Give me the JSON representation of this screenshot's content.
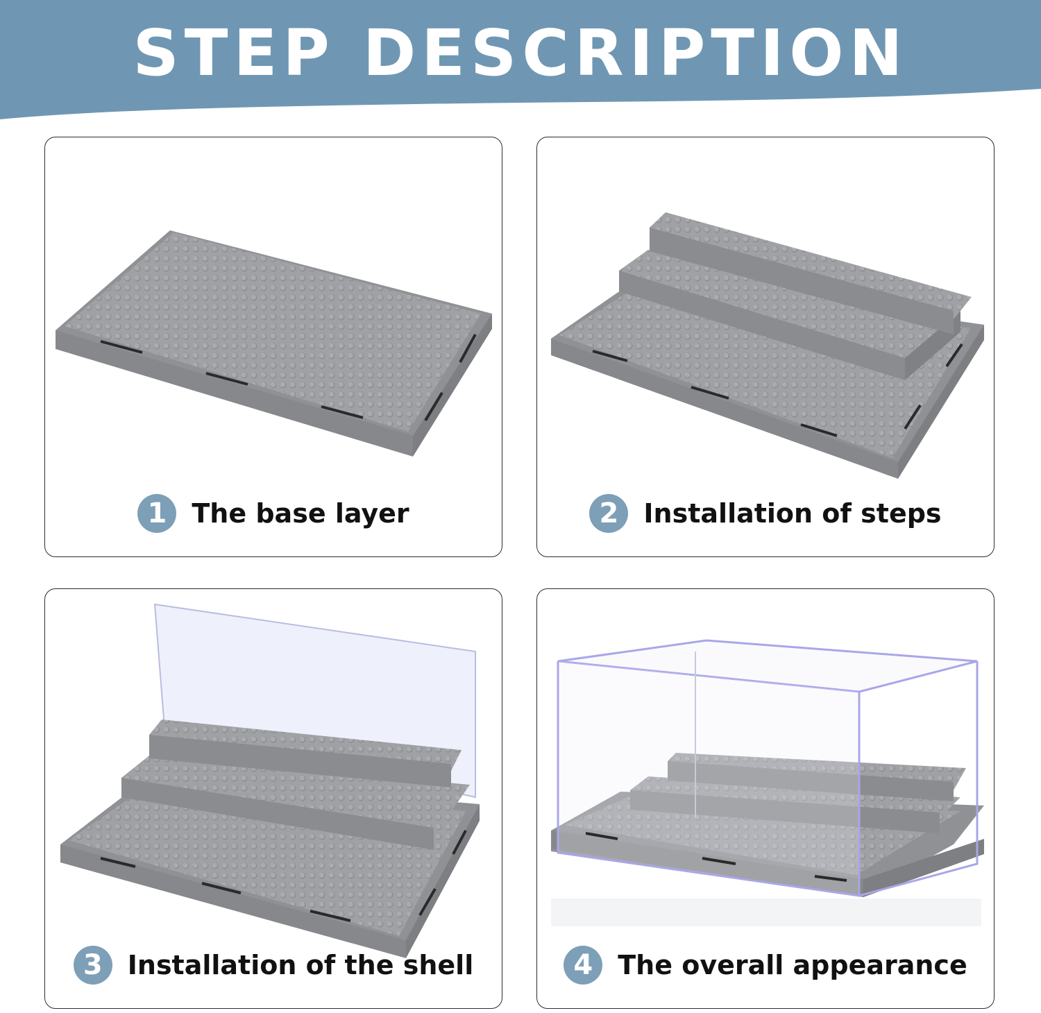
{
  "banner": {
    "title": "STEP DESCRIPTION",
    "color": "#6f97b3"
  },
  "steps": [
    {
      "number": "1",
      "label": "The base layer"
    },
    {
      "number": "2",
      "label": "Installation of steps"
    },
    {
      "number": "3",
      "label": "Installation of the shell"
    },
    {
      "number": "4",
      "label": "The overall appearance"
    }
  ],
  "colors": {
    "badge": "#7d9fb7",
    "plate": "#9c9ea1",
    "card_border": "#2b2b2b",
    "shell_edge": "#a9a6e8"
  }
}
